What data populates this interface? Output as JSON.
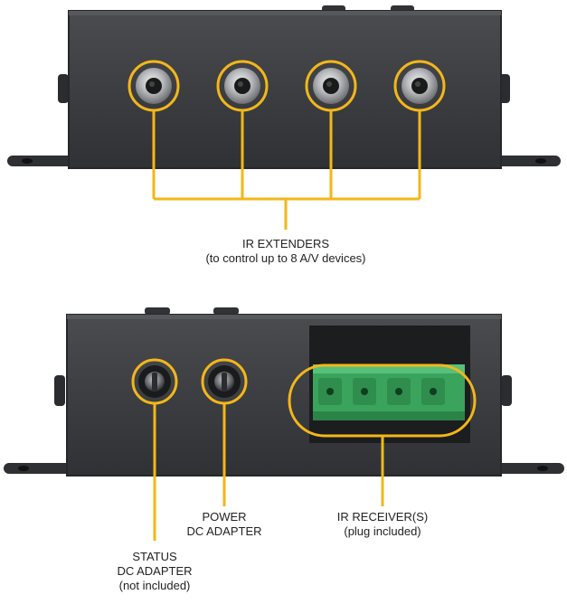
{
  "colors": {
    "highlight": "#f3b71a",
    "device_body": "#3f4145",
    "device_edge": "#2a2c2f",
    "terminal_green": "#3aa45c",
    "background": "#ffffff",
    "text": "#222222"
  },
  "top_panel": {
    "jack_icon": "audio-jack-icon",
    "callout": {
      "line1": "IR EXTENDERS",
      "line2": "(to control up to 8 A/V devices)"
    }
  },
  "bottom_panel": {
    "status": {
      "line1": "STATUS",
      "line2": "DC ADAPTER",
      "line3": "(not included)"
    },
    "power": {
      "line1": "POWER",
      "line2": "DC ADAPTER"
    },
    "ir_receiver": {
      "line1": "IR RECEIVER(S)",
      "line2": "(plug included)"
    }
  }
}
